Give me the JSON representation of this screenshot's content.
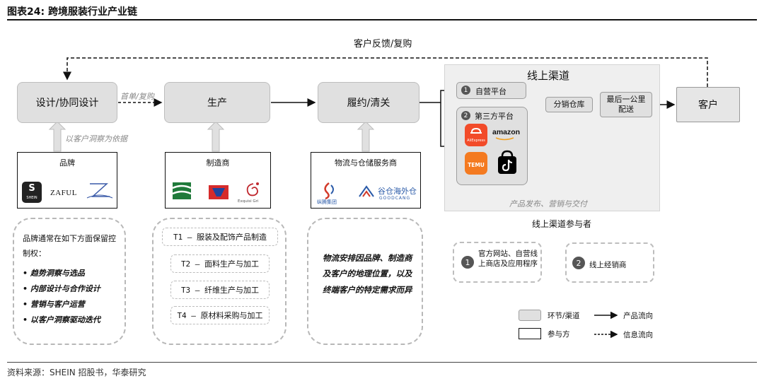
{
  "title": "图表24:   跨境服装行业产业链",
  "source": "资料来源：SHEIN 招股书，华泰研究",
  "feedback_label": "客户反馈/复购",
  "stages": {
    "design": "设计/协同设计",
    "production": "生产",
    "fulfillment": "履约/清关",
    "customer": "客户"
  },
  "edge_labels": {
    "orders": "首单/复购",
    "insight": "以客户洞察为依据"
  },
  "participants": {
    "brand": {
      "label": "品牌",
      "logos": [
        "SHEIN",
        "ZAFUL"
      ]
    },
    "manufacturer": {
      "label": "制造商",
      "logos": [
        "Exquisi Gri"
      ]
    },
    "logistics": {
      "label": "物流与仓储服务商",
      "logos": [
        "纵腾集团",
        "谷仓海外仓",
        "GOODCANG"
      ]
    }
  },
  "online": {
    "title": "线上渠道",
    "self_platform": "自营平台",
    "third_platform": "第三方平台",
    "distribution_warehouse": "分销仓库",
    "last_mile": "最后一公里配送",
    "footer": "产品发布、营销与交付",
    "platforms": [
      "amazon",
      "TEMU"
    ],
    "participants_title": "线上渠道参与者",
    "participant_items": [
      {
        "num": "1",
        "text": "官方网站、自营线上商店及应用程序"
      },
      {
        "num": "2",
        "text": "线上经销商"
      }
    ]
  },
  "notes": {
    "brand_intro": "品牌通常在如下方面保留控制权：",
    "brand_bullets": [
      "趋势洞察与选品",
      "内部设计与合作设计",
      "营销与客户运营",
      "以客户洞察驱动迭代"
    ],
    "manufacturer_tiers": [
      "T1 – 服装及配饰产品制造",
      "T2 – 面料生产与加工",
      "T3 – 纤维生产与加工",
      "T4 – 原材料采购与加工"
    ],
    "logistics_text": "物流安排因品牌、制造商及客户的地理位置，以及终端客户的特定需求而异"
  },
  "legend": {
    "stage": "环节/渠道",
    "participant": "参与方",
    "product_flow": "产品流向",
    "info_flow": "信息流向"
  },
  "colors": {
    "stage_fill": "#e0e0e0",
    "panel_fill": "#efefef",
    "shein": "#222222",
    "temu": "#f47a20",
    "aliexpress": "#f24b29",
    "tiktok": "#000000",
    "zaful_mark": "#3a5aa8"
  }
}
